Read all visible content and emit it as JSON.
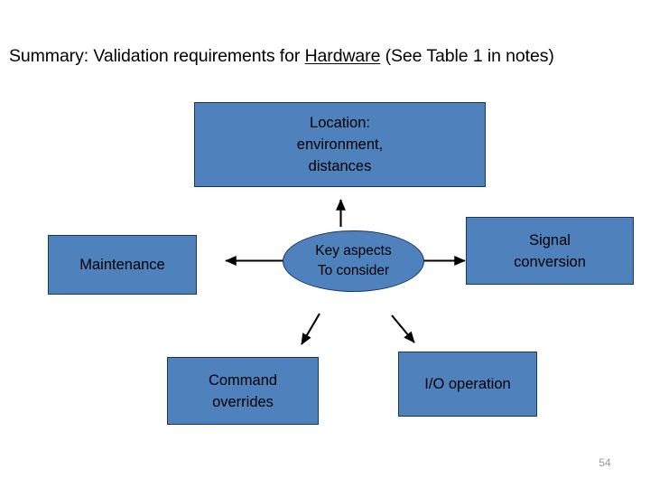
{
  "slide": {
    "title_prefix": "Summary: Validation requirements for ",
    "title_underlined": "Hardware",
    "title_suffix": " (See Table 1 in notes)",
    "page_number": "54",
    "background_color": "#ffffff"
  },
  "theme": {
    "shape_fill": "#4F81BD",
    "shape_border": "#17375E",
    "text_color": "#000000",
    "page_number_color": "#9a9a9a"
  },
  "diagram": {
    "type": "hub-and-spoke",
    "center": {
      "name": "key-aspects",
      "shape": "ellipse",
      "label": "Key aspects\nTo consider"
    },
    "nodes": [
      {
        "name": "location",
        "shape": "rectangle",
        "label": "Location:\nenvironment,\ndistances",
        "position": "top"
      },
      {
        "name": "maintenance",
        "shape": "rectangle",
        "label": "Maintenance",
        "position": "left"
      },
      {
        "name": "signal-conversion",
        "shape": "rectangle",
        "label": "Signal\nconversion",
        "position": "right"
      },
      {
        "name": "command-overrides",
        "shape": "rectangle",
        "label": "Command\noverrides",
        "position": "bottom-left"
      },
      {
        "name": "io-operation",
        "shape": "rectangle",
        "label": "I/O operation",
        "position": "bottom-right"
      }
    ],
    "connectors": [
      {
        "name": "arrow-key-to-location",
        "from": "key-aspects",
        "to": "location",
        "direction": "up"
      },
      {
        "name": "arrow-key-to-maintenance",
        "from": "key-aspects",
        "to": "maintenance",
        "direction": "left"
      },
      {
        "name": "arrow-key-to-signal",
        "from": "key-aspects",
        "to": "signal-conversion",
        "direction": "right"
      },
      {
        "name": "arrow-key-to-command",
        "from": "key-aspects",
        "to": "command-overrides",
        "direction": "down-left"
      },
      {
        "name": "arrow-key-to-io",
        "from": "key-aspects",
        "to": "io-operation",
        "direction": "down-right"
      }
    ]
  }
}
